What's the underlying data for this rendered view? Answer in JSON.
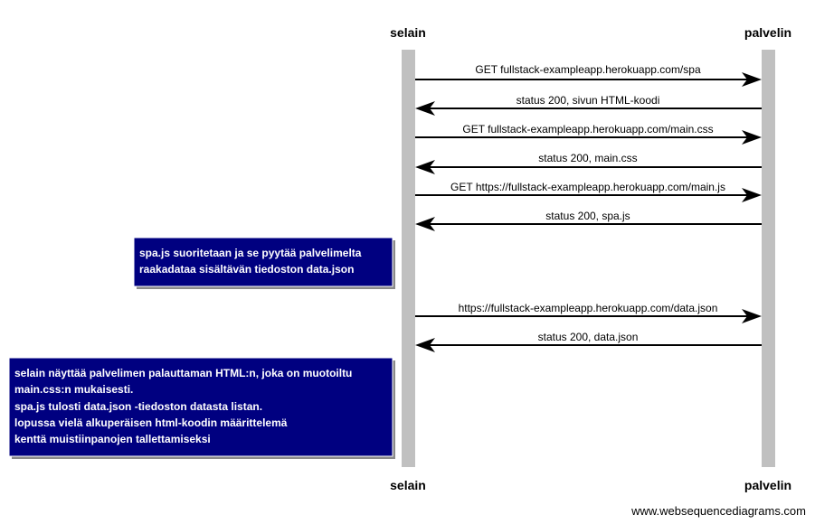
{
  "participants": {
    "left": "selain",
    "right": "palvelin"
  },
  "messages": [
    {
      "text": "GET fullstack-exampleapp.herokuapp.com/spa",
      "direction": "right"
    },
    {
      "text": "status 200, sivun HTML-koodi",
      "direction": "left"
    },
    {
      "text": "GET fullstack-exampleapp.herokuapp.com/main.css",
      "direction": "right"
    },
    {
      "text": "status 200, main.css",
      "direction": "left"
    },
    {
      "text": "GET https://fullstack-exampleapp.herokuapp.com/main.js",
      "direction": "right"
    },
    {
      "text": "status 200, spa.js",
      "direction": "left"
    },
    {
      "text": "https://fullstack-exampleapp.herokuapp.com/data.json",
      "direction": "right"
    },
    {
      "text": "status 200, data.json",
      "direction": "left"
    }
  ],
  "notes": [
    {
      "lines": [
        "spa.js suoritetaan ja se pyytää palvelimelta",
        "raakadataa sisältävän tiedoston data.json"
      ]
    },
    {
      "lines": [
        "selain näyttää palvelimen palauttaman HTML:n, joka on muotoiltu",
        "main.css:n mukaisesti.",
        "spa.js tulosti data.json -tiedoston datasta listan.",
        "lopussa vielä alkuperäisen html-koodin määrittelemä",
        "kenttä muistiinpanojen tallettamiseksi"
      ]
    }
  ],
  "watermark": "www.websequencediagrams.com",
  "colors": {
    "lifeline": "#c0c0c0",
    "note_fill": "#000080",
    "note_border": "#ffffff",
    "arrow": "#000000"
  }
}
